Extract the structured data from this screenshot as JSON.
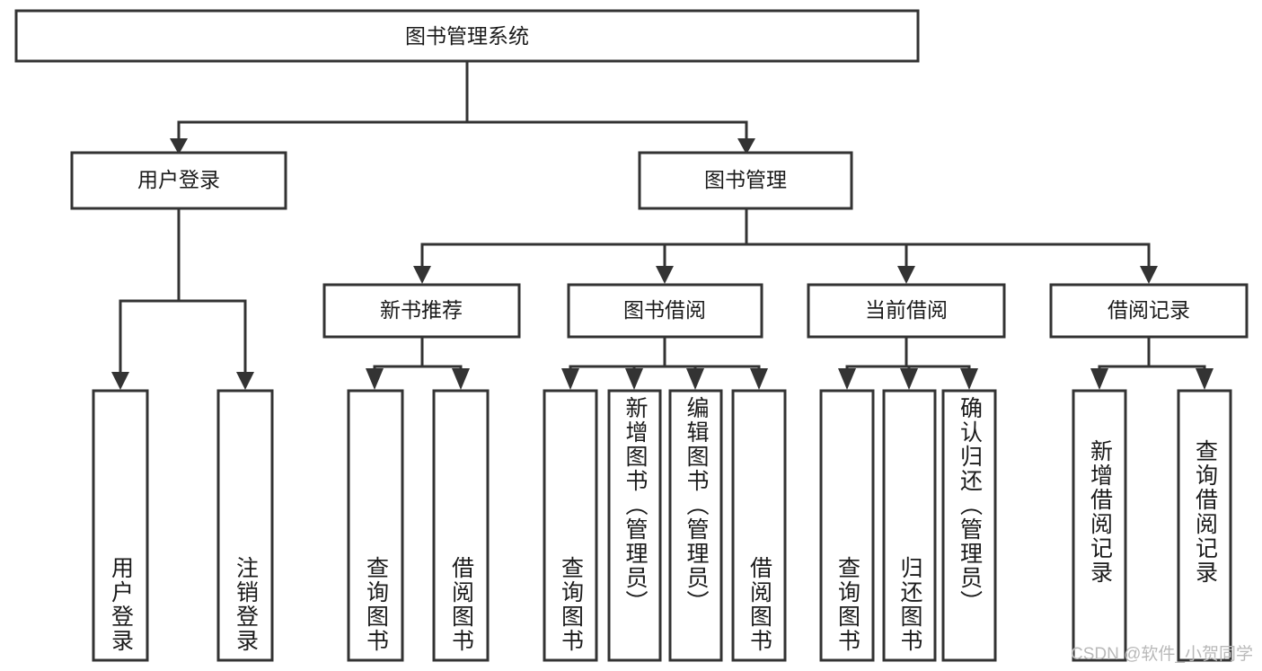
{
  "diagram": {
    "type": "tree",
    "title": "图书管理系统",
    "root": {
      "label": "图书管理系统"
    },
    "level2": [
      {
        "label": "用户登录"
      },
      {
        "label": "图书管理"
      }
    ],
    "level3": [
      {
        "label": "新书推荐"
      },
      {
        "label": "图书借阅"
      },
      {
        "label": "当前借阅"
      },
      {
        "label": "借阅记录"
      }
    ],
    "leaves": {
      "user_login": [
        {
          "label": "用户登录"
        },
        {
          "label": "注销登录"
        }
      ],
      "new_book_recommend": [
        {
          "label": "查询图书"
        },
        {
          "label": "借阅图书"
        }
      ],
      "book_borrow": [
        {
          "label": "查询图书"
        },
        {
          "label": "新增图书（管理员）"
        },
        {
          "label": "编辑图书（管理员）"
        },
        {
          "label": "借阅图书"
        }
      ],
      "current_borrow": [
        {
          "label": "查询图书"
        },
        {
          "label": "归还图书"
        },
        {
          "label": "确认归还（管理员）"
        }
      ],
      "borrow_record": [
        {
          "label": "新增借阅记录"
        },
        {
          "label": "查询借阅记录"
        }
      ]
    }
  },
  "watermark": {
    "text": "CSDN @软件_小贺同学"
  },
  "colors": {
    "stroke": "#333333",
    "box_fill": "#ffffff",
    "text": "#1b1b1b",
    "watermark": "#b9b9b9",
    "background": "#ffffff"
  }
}
